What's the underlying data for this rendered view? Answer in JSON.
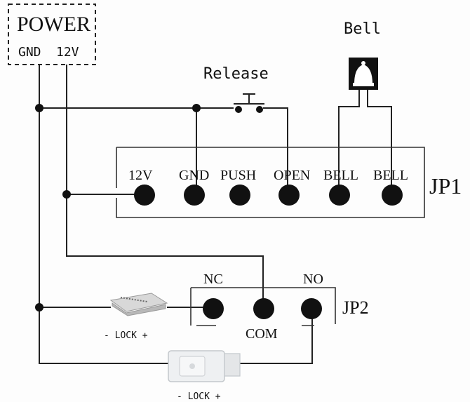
{
  "power": {
    "title": "POWER",
    "gnd": "GND",
    "v12": "12V"
  },
  "release": {
    "label": "Release"
  },
  "bell": {
    "label": "Bell"
  },
  "jp1": {
    "label": "JP1",
    "terminals": [
      "12V",
      "GND",
      "PUSH",
      "OPEN",
      "BELL",
      "BELL"
    ]
  },
  "jp2": {
    "label": "JP2",
    "nc": "NC",
    "no": "NO",
    "com": "COM"
  },
  "lock_top": {
    "label": "- LOCK +"
  },
  "lock_bottom": {
    "label": "- LOCK +"
  },
  "icons": [
    "bell-icon",
    "push-button-icon",
    "magnetic-lock-icon",
    "electric-strike-icon"
  ]
}
